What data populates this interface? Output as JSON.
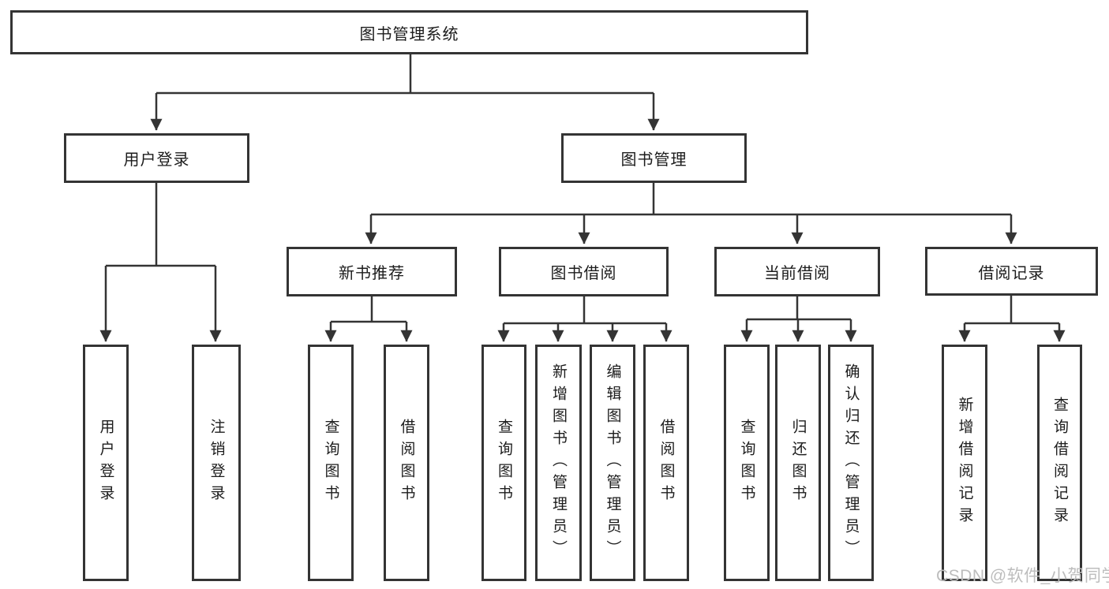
{
  "nodes": {
    "root": "图书管理系统",
    "user_login": "用户登录",
    "book_mgmt": "图书管理",
    "new_books": "新书推荐",
    "book_borrow": "图书借阅",
    "current_borrow": "当前借阅",
    "borrow_records": "借阅记录",
    "leaf_user_login": "用户登录",
    "leaf_logout": "注销登录",
    "leaf_nb_query": "查询图书",
    "leaf_nb_borrow": "借阅图书",
    "leaf_bb_query": "查询图书",
    "leaf_bb_add": "新增图书（管理员）",
    "leaf_bb_edit": "编辑图书（管理员）",
    "leaf_bb_borrow": "借阅图书",
    "leaf_cb_query": "查询图书",
    "leaf_cb_return": "归还图书",
    "leaf_cb_confirm": "确认归还（管理员）",
    "leaf_br_add": "新增借阅记录",
    "leaf_br_query": "查询借阅记录"
  },
  "watermark": {
    "text": "CSDN @软件_小贺同学",
    "color": "#bdbdbd"
  },
  "colors": {
    "border": "#343434",
    "line": "#343434",
    "text": "#1c1c1c",
    "background": "#ffffff"
  }
}
